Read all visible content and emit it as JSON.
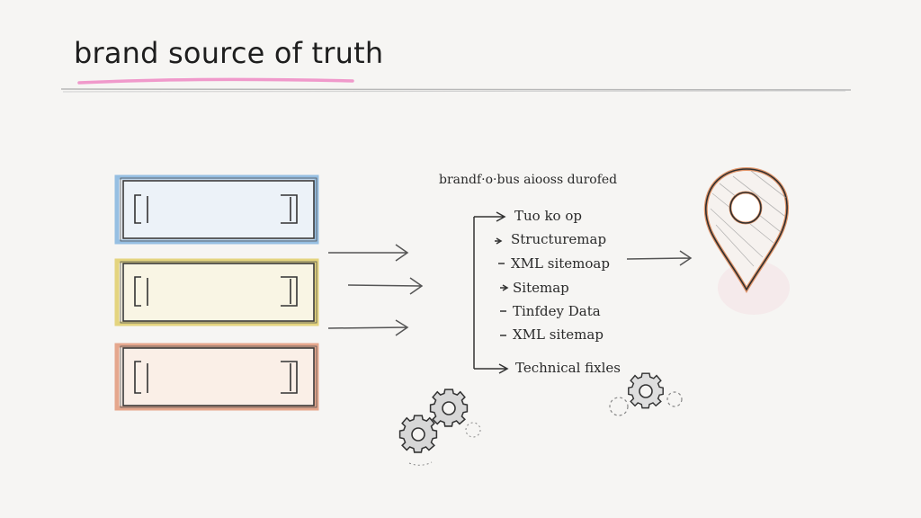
{
  "title": "brand source of truth",
  "header_label": "brandf·o·bus aiooss durofed",
  "items": [
    "Tuo ko op",
    "Structuremap",
    "XML sitemoap",
    "Sitemap",
    "Tinfdey Data",
    "XML sitemap",
    "Technical fixles"
  ],
  "item_prefixes": [
    "",
    "-",
    "-",
    "-",
    "-",
    "-",
    ""
  ],
  "colors": {
    "panel_1": "#7fb2de",
    "panel_2": "#e2cf6a",
    "panel_3": "#e39a7c",
    "title_underline": "#f08fc6",
    "pin_outline": "#e0956a",
    "ink": "#2b2b2b"
  },
  "icons": [
    "location-pin-icon",
    "gear-icon"
  ]
}
